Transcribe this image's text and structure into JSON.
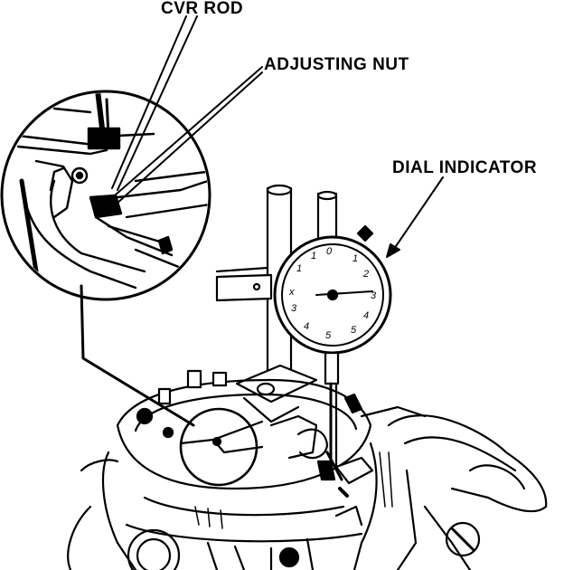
{
  "labels": {
    "cvr_rod": "CVR ROD",
    "adjusting_nut": "ADJUSTING NUT",
    "dial_indicator": "DIAL INDICATOR"
  },
  "colors": {
    "ink": "#000000",
    "paper": "#ffffff"
  }
}
